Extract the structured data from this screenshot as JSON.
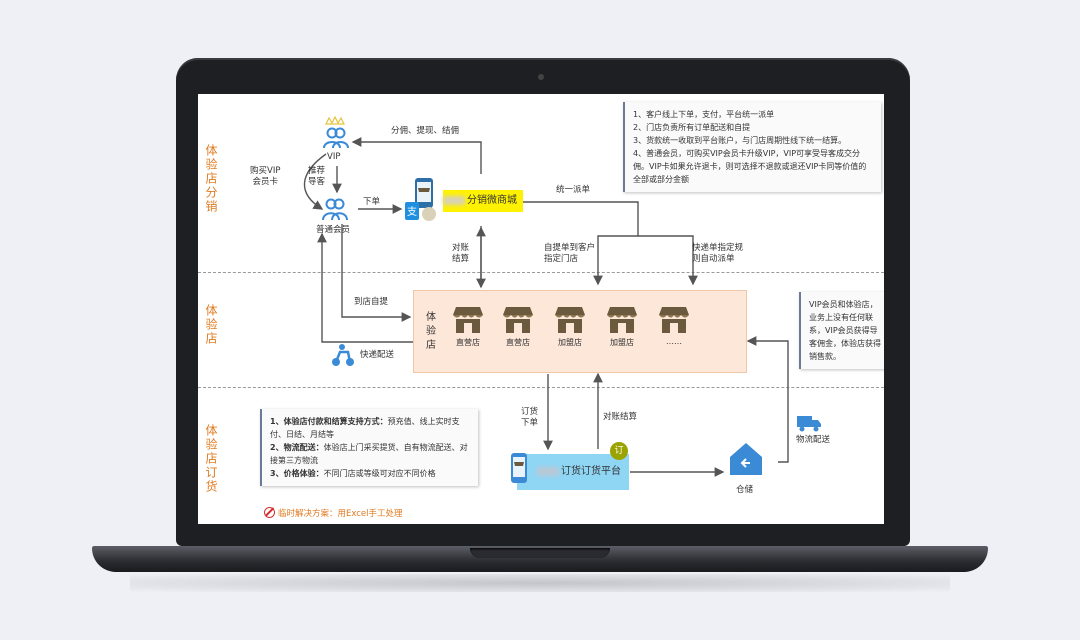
{
  "sections": {
    "fenxiao": "体验店分销",
    "tiyandian": "体验店",
    "dinghuo": "体验店订货"
  },
  "nodes": {
    "vip": "VIP",
    "normal_member": "普通会员",
    "mall": "分销微商城",
    "shop_title": "体验店",
    "stores": [
      "直营店",
      "直营店",
      "加盟店",
      "加盟店",
      "……"
    ],
    "platform": "订货订货平台",
    "platform_badge": "订",
    "warehouse": "仓储",
    "logistics": "物流配送",
    "express": "快递配送"
  },
  "edges": {
    "fenyong": "分佣、提现、结佣",
    "buy_vip": "购买VIP\n会员卡",
    "recommend": "推荐\n导客",
    "xiadan": "下单",
    "tongyi": "统一派单",
    "duizhang1": "对账\n结算",
    "ziti_assign": "自提单到客户\n指定门店",
    "kuaidi_rule": "快递单指定规\n则自动派单",
    "daodian": "到店自提",
    "dinghuo_xiadan": "订货\n下单",
    "duizhang2": "对账结算"
  },
  "notes": {
    "top_right": [
      "1、客户线上下单，支付，平台统一派单",
      "2、门店负责所有订单配送和自提",
      "3、货款统一收取到平台账户，与门店周期性线下统一结算。",
      "4、普通会员，可购买VIP会员卡升级VIP，VIP可享受导客成交分佣。VIP卡如果允许退卡，则可选择不退款或退还VIP卡同等价值的全部或部分金额"
    ],
    "mid_right": "VIP会员和体验店，业务上没有任何联系，VIP会员获得导客佣金，体验店获得销售款。",
    "bottom_left": [
      {
        "bold": "1、体验店付款和结算支持方式：",
        "text": "预充值、线上实时支付、日结、月结等"
      },
      {
        "bold": "2、物流配送：",
        "text": "体验店上门采买提货、自有物流配送、对接第三方物流"
      },
      {
        "bold": "3、价格体验：",
        "text": "不同门店或等级可对应不同价格"
      }
    ],
    "temp_solution": "临时解决方案：用Excel手工处理"
  },
  "colors": {
    "accent_orange": "#e07a20",
    "highlight_yellow": "#fff200",
    "platform_blue": "#8fd6f5",
    "shop_bg": "#fce7d8",
    "icon_blue": "#3b8ad6",
    "store_brown": "#6b5a3e"
  }
}
